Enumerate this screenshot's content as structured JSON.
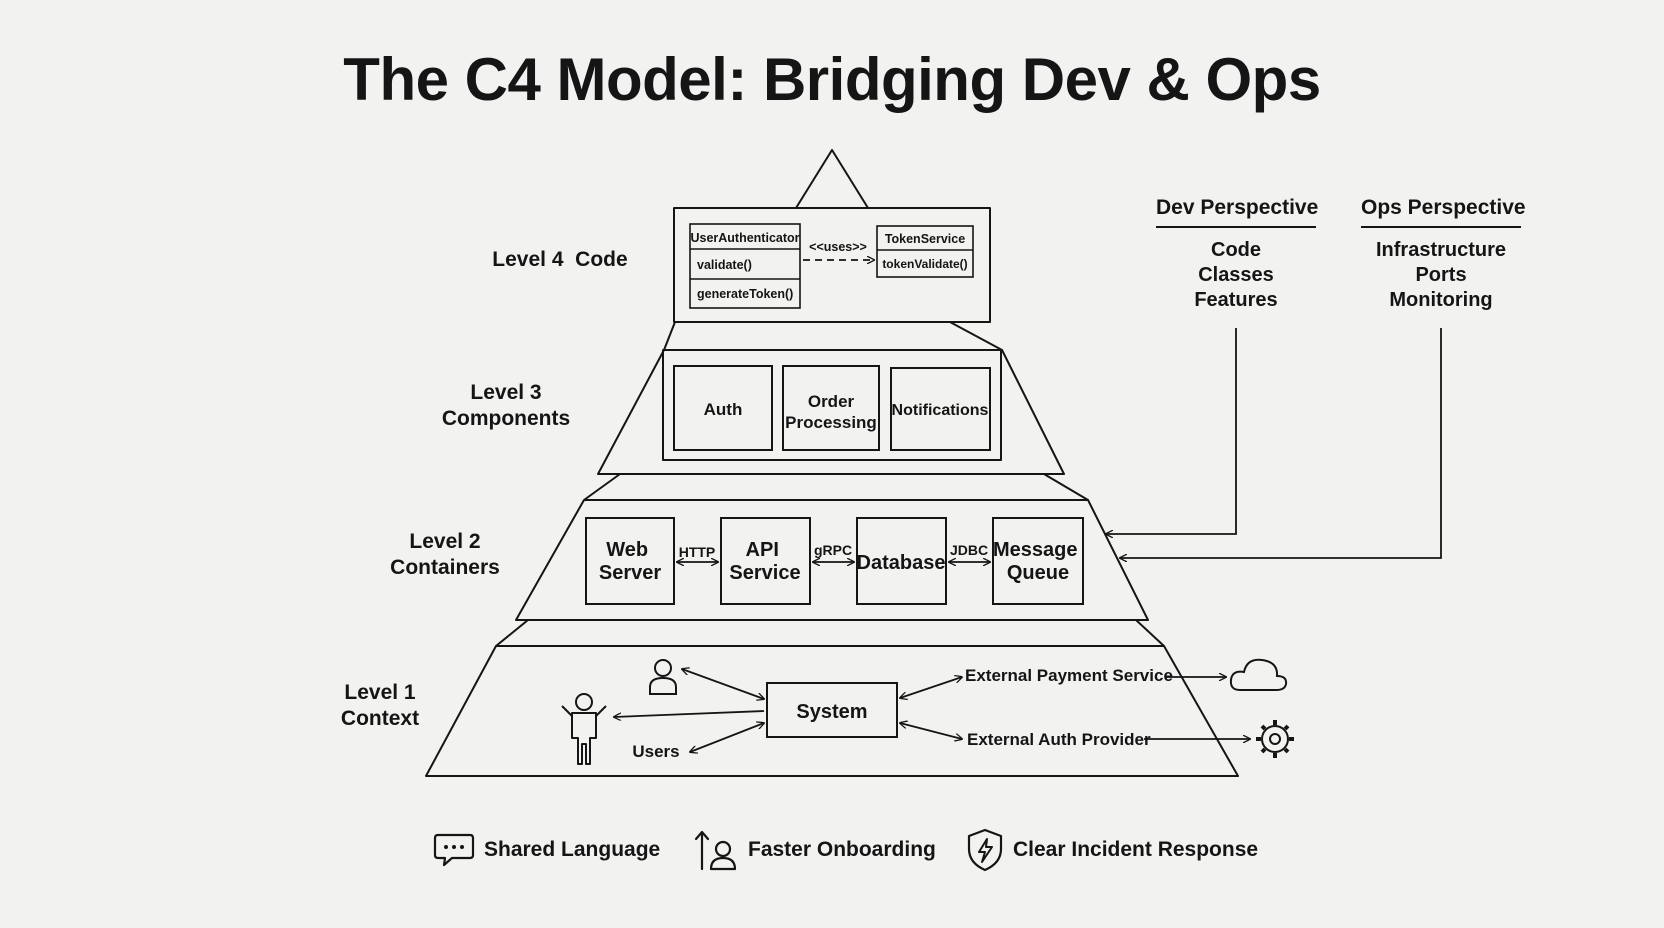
{
  "title": "The C4 Model: Bridging Dev & Ops",
  "levels": {
    "code": {
      "label": "Level 4  Code"
    },
    "components": {
      "label_line1": "Level 3",
      "label_line2": "Components"
    },
    "containers": {
      "label_line1": "Level 2",
      "label_line2": "Containers"
    },
    "context": {
      "label_line1": "Level 1",
      "label_line2": "Context"
    }
  },
  "code_level": {
    "class_a": {
      "name": "UserAuthenticator",
      "method1": "validate()",
      "method2": "generateToken()"
    },
    "class_b": {
      "name": "TokenService",
      "method1": "tokenValidate()"
    },
    "relation": "<<uses>>"
  },
  "components": [
    "Auth",
    "Order Processing",
    "Notifications"
  ],
  "containers": {
    "web_server": [
      "Web",
      "Server"
    ],
    "api_service": [
      "API",
      "Service"
    ],
    "database": [
      "Database"
    ],
    "message_queue": [
      "Message",
      "Queue"
    ],
    "link_http": "HTTP",
    "link_grpc": "gRPC",
    "link_jdbc": "JDBC"
  },
  "context": {
    "system": "System",
    "users": "Users",
    "external_payment": "External Payment Service",
    "external_auth": "External Auth Provider"
  },
  "perspectives": {
    "dev": {
      "title": "Dev Perspective",
      "items": [
        "Code",
        "Classes",
        "Features"
      ]
    },
    "ops": {
      "title": "Ops Perspective",
      "items": [
        "Infrastructure",
        "Ports",
        "Monitoring"
      ]
    }
  },
  "benefits": {
    "shared_language": {
      "label": "Shared Language",
      "icon": "chat-bubble-icon"
    },
    "faster_onboarding": {
      "label": "Faster Onboarding",
      "icon": "person-up-arrow-icon"
    },
    "clear_incident": {
      "label": "Clear Incident Response",
      "icon": "shield-bolt-icon"
    }
  }
}
